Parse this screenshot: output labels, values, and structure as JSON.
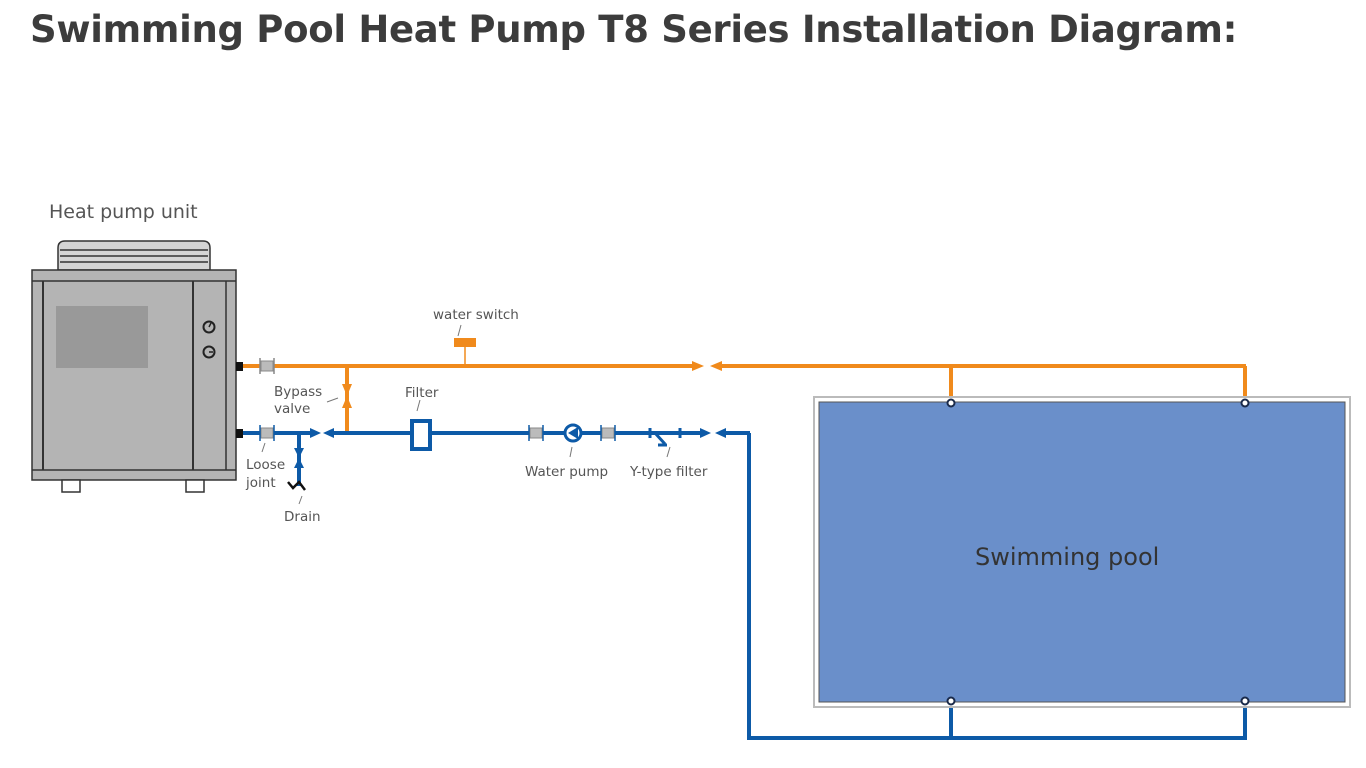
{
  "title": "Swimming Pool Heat Pump T8 Series Installation Diagram:",
  "labels": {
    "heat_pump_unit": "Heat pump unit",
    "water_switch": "water switch",
    "bypass_valve_line1": "Bypass",
    "bypass_valve_line2": "valve",
    "filter": "Filter",
    "loose_joint_line1": "Loose",
    "loose_joint_line2": "joint",
    "drain": "Drain",
    "water_pump": "Water pump",
    "y_type_filter": "Y-type filter",
    "swimming_pool": "Swimming pool"
  },
  "colors": {
    "hot_pipe": "#f08a1c",
    "cold_pipe": "#0d5aa7",
    "pool_fill": "#6a8fca",
    "unit_body": "#b4b4b4",
    "text": "#555555"
  }
}
